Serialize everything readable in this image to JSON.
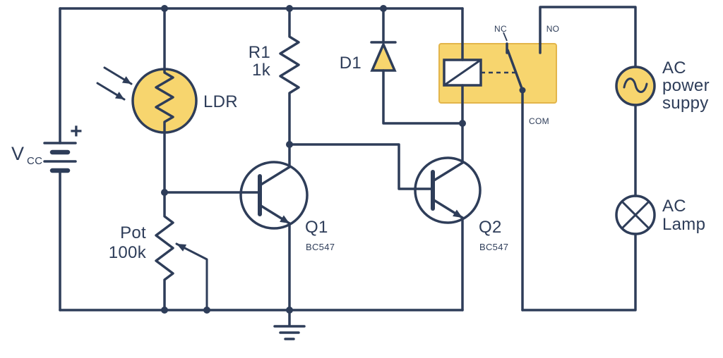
{
  "colors": {
    "wire": "#2e3d59",
    "accent": "#f7d56e",
    "accent-border": "#e3b54a",
    "background": "#ffffff"
  },
  "labels": {
    "vcc_main": "V",
    "vcc_sub": "CC",
    "battery_plus": "+",
    "ldr": "LDR",
    "pot_line1": "Pot",
    "pot_line2": "100k",
    "r1_line1": "R1",
    "r1_line2": "1k",
    "q1_name": "Q1",
    "q1_part": "BC547",
    "q2_name": "Q2",
    "q2_part": "BC547",
    "d1": "D1",
    "relay_nc": "NC",
    "relay_no": "NO",
    "relay_com": "COM",
    "ac_supply_line1": "AC",
    "ac_supply_line2": "power",
    "ac_supply_line3": "suppy",
    "ac_lamp_line1": "AC",
    "ac_lamp_line2": "Lamp"
  }
}
